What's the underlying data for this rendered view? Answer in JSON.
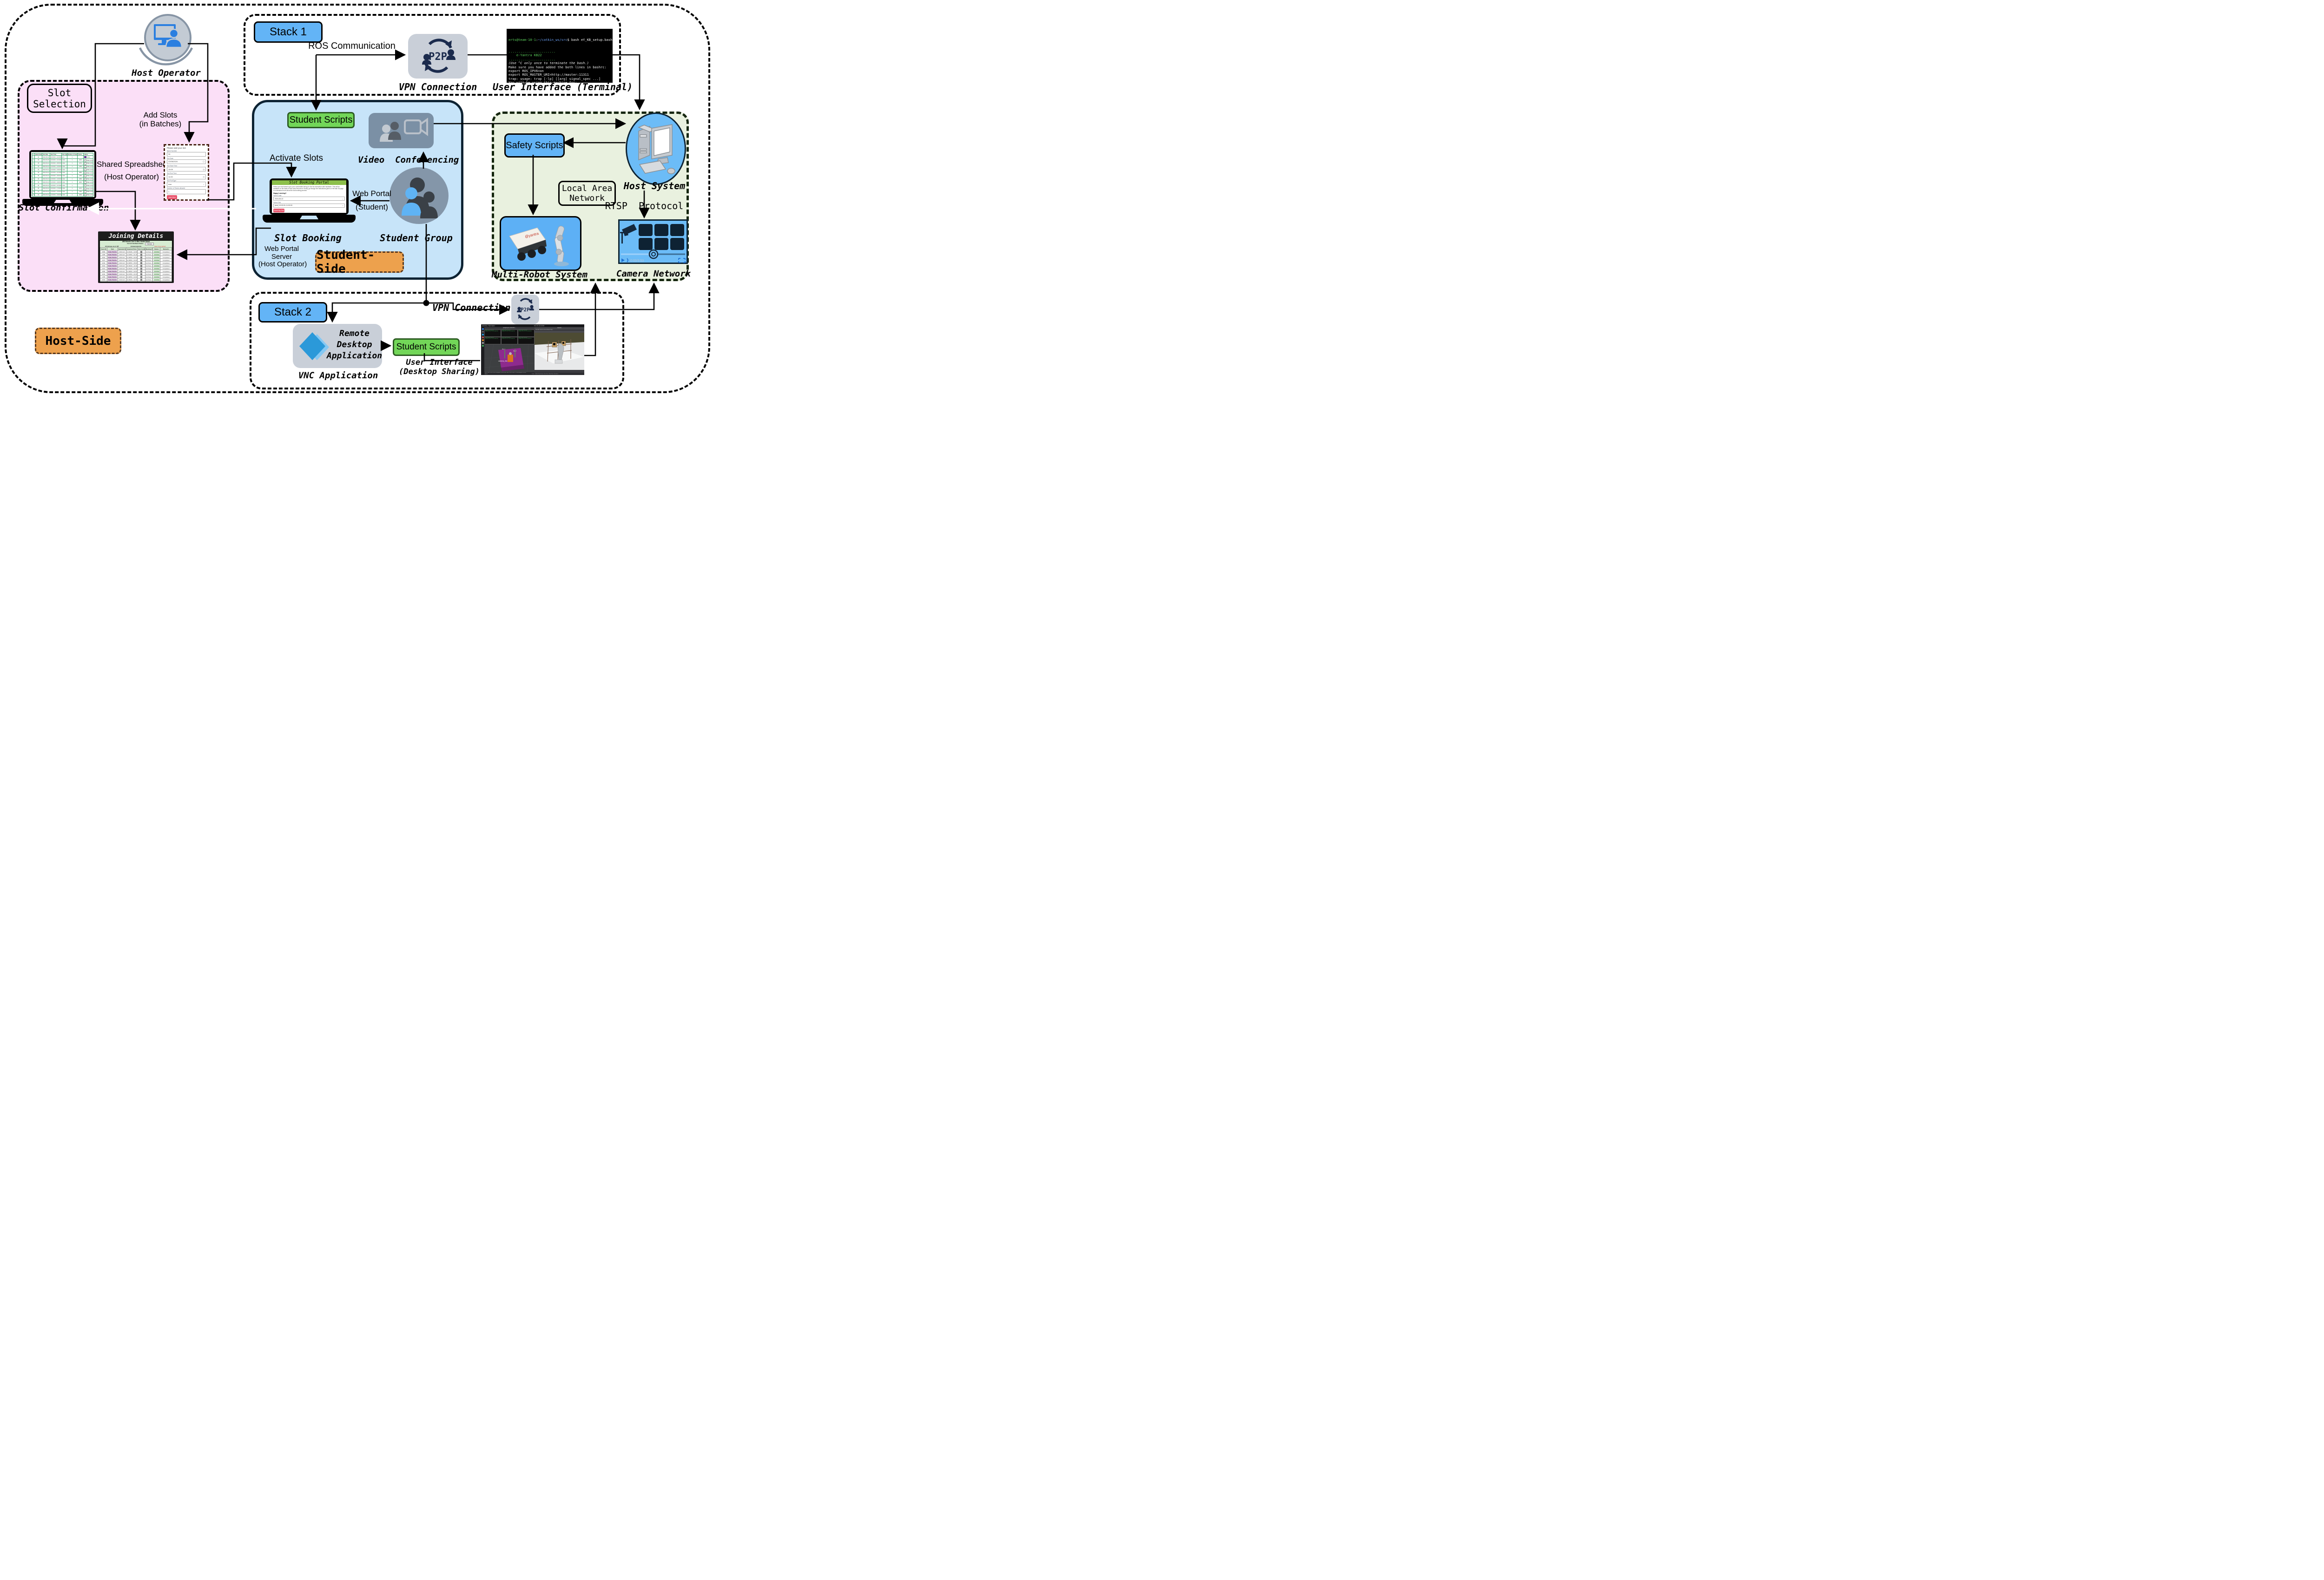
{
  "palette": {
    "pink": "#fbdff7",
    "light_blue_panel": "#c7e4f9",
    "panel_border": "#0d2333",
    "green_panel": "#e9f1df",
    "green_panel_border": "#15260f",
    "accent_blue": "#63b4f6",
    "accent_green": "#72d658",
    "orange": "#eda14d",
    "gray_icon_box": "#c9cfd8",
    "navy_icon": "#1b2b4d",
    "terminal_green": "#5dd35d",
    "terminal_blue": "#6b9ff2",
    "red_button": "#e8546c"
  },
  "host_operator": {
    "label": "Host Operator"
  },
  "host_pink": {
    "badge": "Host-Side",
    "slot_selection": [
      "Slot",
      "Selection"
    ],
    "add_slots": [
      "Add Slots",
      "(in Batches)"
    ],
    "shared": [
      "Shared Spreadsheet",
      "(Host Operator)"
    ],
    "slot_confirmation_label": "Slot Confirmation",
    "spreadsheet": {
      "headers": [
        "#",
        "Batch Number",
        "Slot Date",
        "Slot Time",
        "Slot Type",
        "Number of Teams Allowed",
        "Teams",
        "Status"
      ],
      "rows": [
        {
          "n": "1",
          "batch": "34",
          "date": "2024-06-22",
          "time": "10:00:00 - 11:00:00",
          "type": "arm",
          "allowed": "1",
          "team": "",
          "status": "Active",
          "cls": "on"
        },
        {
          "n": "2",
          "batch": "33",
          "date": "2024-03-15",
          "time": "10:30:00 - 11:30:00",
          "type": "robot",
          "allowed": "1",
          "team": "2202",
          "status": "Make active",
          "cls": ""
        },
        {
          "n": "3",
          "batch": "33",
          "date": "2024-03-14",
          "time": "15:00:00 - 16:00:00",
          "type": "robot",
          "allowed": "1",
          "team": "1374",
          "status": "Make active",
          "cls": ""
        },
        {
          "n": "4",
          "batch": "33",
          "date": "2024-03-14",
          "time": "13:30:00 - 14:30:00",
          "type": "robot",
          "allowed": "1",
          "team": "1455",
          "status": "Make active",
          "cls": ""
        },
        {
          "n": "5",
          "batch": "33",
          "date": "2024-03-14",
          "time": "12:00:00 - 13:00:00",
          "type": "robot",
          "allowed": "1",
          "team": "",
          "status": "Make active",
          "cls": ""
        },
        {
          "n": "6",
          "batch": "33",
          "date": "2024-03-14",
          "time": "10:30:00 - 11:30:00",
          "type": "robot",
          "allowed": "1",
          "team": "2085",
          "status": "Make active",
          "cls": ""
        },
        {
          "n": "7",
          "batch": "32",
          "date": "2024-03-13",
          "time": "15:00:00 - 16:00:00",
          "type": "robot",
          "allowed": "1",
          "team": "1455",
          "status": "Make active",
          "cls": ""
        },
        {
          "n": "8",
          "batch": "32",
          "date": "2024-03-13",
          "time": "13:30:00 - 14:30:00",
          "type": "robot",
          "allowed": "1",
          "team": "2085",
          "status": "Make active",
          "cls": ""
        },
        {
          "n": "9",
          "batch": "32",
          "date": "2024-03-13",
          "time": "12:00:00 - 13:00:00",
          "type": "robot",
          "allowed": "1",
          "team": "2202",
          "status": "Make active",
          "cls": ""
        },
        {
          "n": "10",
          "batch": "32",
          "date": "2024-03-13",
          "time": "10:30:00 - 11:30:00",
          "type": "robot",
          "allowed": "1",
          "team": "",
          "status": "Make active",
          "cls": ""
        },
        {
          "n": "11",
          "batch": "32",
          "date": "2024-03-12",
          "time": "16:30:00 - 17:30:00",
          "type": "robot",
          "allowed": "1",
          "team": "1374",
          "status": "Make active",
          "cls": ""
        },
        {
          "n": "12",
          "batch": "31",
          "date": "2024-03-12",
          "time": "13:30:00 - 14:30:00",
          "type": "robot",
          "allowed": "1",
          "team": "1455",
          "status": "Make active",
          "cls": ""
        },
        {
          "n": "13",
          "batch": "31",
          "date": "2024-03-12",
          "time": "12:00:00 - 13:00:00",
          "type": "robot",
          "allowed": "1",
          "team": "2202",
          "status": "Make active",
          "cls": ""
        }
      ]
    },
    "form": {
      "title": "Please add your slot",
      "fields": [
        {
          "label": "Batch Number",
          "value": "34",
          "icon": ""
        },
        {
          "label": "Slot Date",
          "value": "22/06/2024",
          "icon": "▢"
        },
        {
          "label": "Slot Start Time",
          "value": "10:00",
          "icon": "◷"
        },
        {
          "label": "Slot End Time",
          "value": "11:00",
          "icon": "◷"
        },
        {
          "label": "Slot For/Type",
          "value": "Arm",
          "icon": "⌄"
        },
        {
          "label": "Number of Teams allowed",
          "value": "1",
          "icon": ""
        }
      ],
      "button": "Add Slot"
    },
    "joining": {
      "title": "Joining Details",
      "merged": "UR5 Robotic Arm & eBot- Mobile Robot",
      "hw_label": "Current Hardware Status",
      "hw_value": "Normal",
      "ist": "All timings are in IST",
      "ann": "Announcements",
      "alert": "Task 6 has started",
      "headers": [
        "Team ID",
        "Task",
        "Selected Date",
        "Selected Time",
        "Slot Confirmed?",
        "Meeting Place",
        "Status",
        "Remarks"
      ],
      "rows": [
        {
          "team": "2983",
          "task": "Finale Practice",
          "date": "18-03-24",
          "time": "11:00AM - 12:00PM",
          "place": "1st Floor, VMCC, IIT-B",
          "status": "on-time",
          "cls": "g-pill",
          "remark": "Completed"
        },
        {
          "team": "1455",
          "task": "Finale Practice",
          "date": "18-03-24",
          "time": "12:15PM - 01:15PM",
          "place": "1st Floor, VMCC, IIT-B",
          "status": "on-time",
          "cls": "g-pill",
          "remark": "Completed"
        },
        {
          "team": "2042",
          "task": "Finale Practice",
          "date": "18-03-24",
          "time": "01:30PM - 02:30PM",
          "place": "1st Floor, VMCC, IIT-B",
          "status": "on-time",
          "cls": "g-pill",
          "remark": "Completed"
        },
        {
          "team": "1374",
          "task": "Finale Practice",
          "date": "18-03-24",
          "time": "02:45PM - 03:45PM",
          "place": "1st Floor, VMCC, IIT-B",
          "status": "on-time",
          "cls": "g-pill",
          "remark": "Completed"
        },
        {
          "team": "2202",
          "task": "Finale Practice",
          "date": "18-03-24",
          "time": "04:00PM - 05:00PM",
          "place": "1st Floor, VMCC, IIT-B",
          "status": "on-time",
          "cls": "g-pill",
          "remark": "Completed"
        },
        {
          "team": "2042",
          "task": "Finale Practice",
          "date": "19-03-24",
          "time": "10:30AM - 11:30AM",
          "place": "1st Floor, VMCC, IIT-B",
          "status": "on-time",
          "cls": "g-pill",
          "remark": "Completed"
        },
        {
          "team": "1374",
          "task": "Finale Practice",
          "date": "19-03-24",
          "time": "11:45AM - 12:45PM",
          "place": "1st Floor, VMCC, IIT-B",
          "status": "on-time",
          "cls": "g-pill",
          "remark": "Completed"
        },
        {
          "team": "2983",
          "task": "Finale Practice",
          "date": "19-03-24",
          "time": "01:00PM - 02:00PM",
          "place": "1st Floor, VMCC, IIT-B",
          "status": "on-time",
          "cls": "g-pill",
          "remark": "Completed"
        },
        {
          "team": "2202",
          "task": "Finale Practice",
          "date": "19-03-24",
          "time": "02:15PM - 03:15PM",
          "place": "1st Floor, VMCC, IIT-B",
          "status": "on-time",
          "cls": "g-pill",
          "remark": "Completed"
        },
        {
          "team": "1455",
          "task": "Finale Practice",
          "date": "19-03-24",
          "time": "03:30PM - 04:30PM",
          "place": "1st Floor, VMCC, IIT-B",
          "status": "on-time",
          "cls": "g-pill",
          "remark": "Completed"
        },
        {
          "team": "2042",
          "task": "Finale Practice",
          "date": "20-03-24",
          "time": "10:30AM - 11:30AM",
          "place": "1st Floor, VMCC, IIT-B",
          "status": "on-time",
          "cls": "g-pill",
          "remark": "Completed"
        },
        {
          "team": "2202",
          "task": "Finale Practice",
          "date": "20-03-24",
          "time": "02:15PM - 03:15PM",
          "place": "1st Floor, VMCC, IIT-B",
          "status": "postponed",
          "cls": "b-pill",
          "remark": "postponed 7:15"
        },
        {
          "team": "1374",
          "task": "Finale Practice",
          "date": "20-03-24",
          "time": "06:00PM - 07:00PM",
          "place": "1st Floor, VMCC, IIT-B",
          "status": "delayed",
          "cls": "r-pill",
          "remark": "Completed"
        },
        {
          "team": "2202",
          "task": "Finale Practice",
          "date": "20-03-24",
          "time": "07:15PM - 08:15PM",
          "place": "1st Floor, VMCC, IIT-B",
          "status": "delayed",
          "cls": "r-pill",
          "remark": "Completed"
        },
        {
          "team": "2983",
          "task": "Finale Practice",
          "date": "21-03-24",
          "time": "09:15AM - 10:15AM",
          "place": "1st Floor, VMCC, IIT-B",
          "status": "on-time",
          "cls": "g-pill",
          "remark": "Completed"
        },
        {
          "team": "2042",
          "task": "Finale Practice",
          "date": "21-03-24",
          "time": "01:00PM - 02:00PM",
          "place": "1st Floor, VMCC, IIT-B",
          "status": "postponed",
          "cls": "b-pill",
          "remark": "postponed to 7:15"
        },
        {
          "team": "1374",
          "task": "Finale Practice",
          "date": "21-03-24",
          "time": "02:15PM - 03:15PM",
          "place": "1st Floor, VMCC, IIT-B",
          "status": "on-time",
          "cls": "g-pill",
          "remark": "Completed (1140)"
        },
        {
          "team": "2202",
          "task": "Finale Practice",
          "date": "21-03-24",
          "time": "04:45PM - 05:45PM",
          "place": "1st Floor, VMCC, IIT-B",
          "status": "on-time",
          "cls": "g-pill",
          "remark": "Completed (1053.2)"
        }
      ]
    }
  },
  "stack1": {
    "title": "Stack 1",
    "ros_label": "ROS Communication",
    "p2p": "P2P",
    "vpn_label": "VPN Connection",
    "terminal_label": "User Interface (Terminal)",
    "terminal": {
      "prompt_user": "erts@team-10-1",
      "prompt_sep": ":",
      "prompt_path": "~/catkin_ws/src",
      "prompt_cmd": "$ bash eY_KB_setup.bash",
      "lines": [
        {
          "t": "........................",
          "c": "g"
        },
        {
          "t": "    e-Yantra KB22",
          "c": "g"
        },
        {
          "t": "........................",
          "c": "g"
        },
        {
          "t": "(Use ^C only once to terminate the bash.)",
          "c": "wi"
        },
        {
          "t": "Make sure you have added the both lines in bashrc:",
          "c": "w"
        },
        {
          "t": "export ROS_IPV6=on",
          "c": "w"
        },
        {
          "t": "export ROS_MASTER_URI=http://master:11311",
          "c": "w"
        },
        {
          "t": "trap: usage: trap [-lp] [[arg] signal_spec ...]",
          "c": "w"
        },
        {
          "t": "You will be using this machine for:",
          "c": "w"
        },
        {
          "t": "1. For ROS connection",
          "c": "w"
        },
        {
          "t": "2. To watch camera feed",
          "c": "w"
        },
        {
          "t": "Enter the option (1 or 2): ▮",
          "c": "w"
        }
      ]
    }
  },
  "student_side": {
    "badge": "Student-Side",
    "student_scripts": "Student Scripts",
    "video_label": [
      "Video",
      "Conferencing"
    ],
    "activate": "Activate Slots",
    "web_portal": [
      "Web Portal",
      "(Student)"
    ],
    "group_label": "Student Group",
    "slot_booking_label": "Slot Booking",
    "server_label": [
      "Web Portal",
      "Server",
      "(Host Operator)"
    ],
    "portal": {
      "title": "Slot Booking Portal",
      "body": "Select your slot based upon your comfortable timing for the live interaction with hardware. This will be available on the basis of first come first serve. Kindly, go through the instructions given on the task 3A page to understand more about the slot booking process.",
      "happy": "Happy Learning!!",
      "date_label": "Select Date",
      "date_value": "2024-06-22",
      "slot_label": "Select Slot",
      "slot_value": "[arm] 10:00:00-11:00:00",
      "button": "Book My Slot"
    }
  },
  "host_green": {
    "safety": "Safety Scripts",
    "host_system": "Host System",
    "lan": [
      "Local Area",
      "Network"
    ],
    "rtsp": [
      "RTSP",
      "Protocol"
    ],
    "multi_robot": "Multi-Robot System",
    "camera": "Camera Network",
    "player_time": "0:00/3:53"
  },
  "stack2": {
    "title": "Stack 2",
    "vpn": [
      "VPN",
      "Connection"
    ],
    "remote": [
      "Remote",
      "Desktop",
      "Application"
    ],
    "vnc": "VNC Application",
    "student_scripts": "Student Scripts",
    "ui_label": [
      "User Interface",
      "(Desktop Sharing)"
    ],
    "p2p": "P2P",
    "desktop": {
      "activities": "Activities",
      "app": "Terminator",
      "clock": "Oct 21 11:44 PM",
      "win_title": "joel@Aspire-A315-56: ~",
      "panes": [
        "GazeboLaunch",
        "MoveIt-RVizLaunch",
        "PerceptionStack",
        "MainStack",
        "CollisionObjects",
        "ColconBuild"
      ],
      "rviz_obj1": "obj_1",
      "rviz_obj3": "obj_3",
      "rviz_camera": "camera_link",
      "gazebo_title": "Gazebo",
      "gazebo_menu": "File  Edit  Camera  View  Window  Help",
      "status_left": "ROS Time: 2001.36  ROS Elapsed: 189.96  Wall Time: 1697912062.12  Wall Elapsed: 189.96",
      "reset": "Reset",
      "fps": "1 fps",
      "gz_status": "Real Time Factor:   Sim Time:   Real Time:   Iterations:"
    }
  }
}
